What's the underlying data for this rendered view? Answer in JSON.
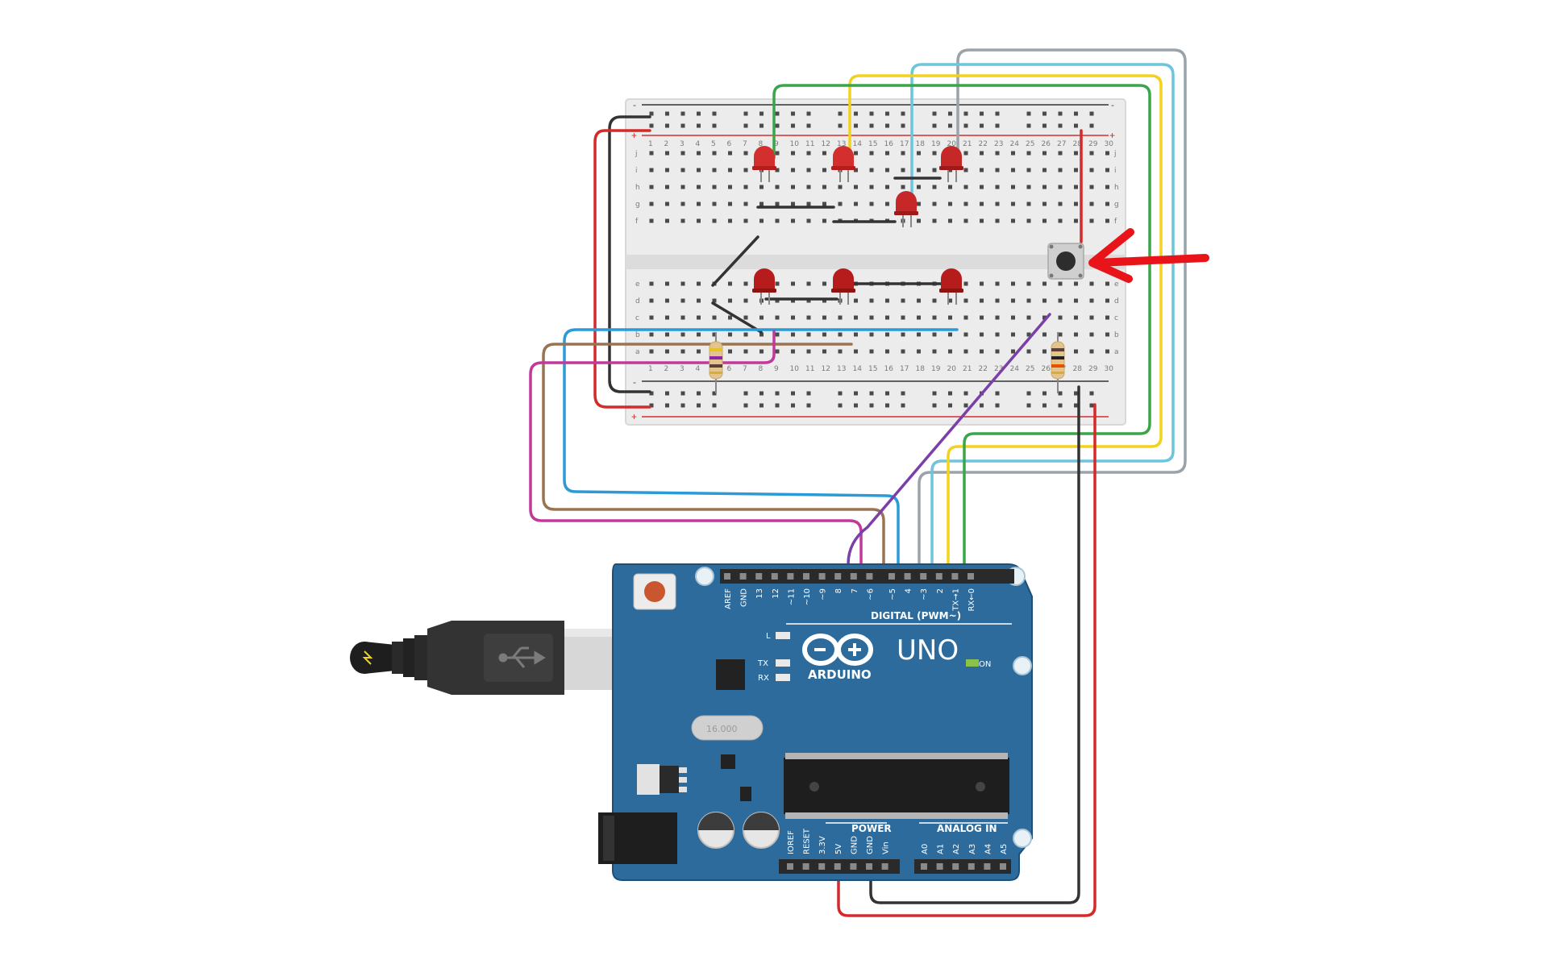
{
  "app": {
    "title": ""
  },
  "breadboard": {
    "row_letters_top": [
      "j",
      "i",
      "h",
      "g",
      "f"
    ],
    "row_letters_bottom": [
      "e",
      "d",
      "c",
      "b",
      "a"
    ],
    "column_numbers": [
      "1",
      "2",
      "3",
      "4",
      "5",
      "6",
      "7",
      "8",
      "9",
      "10",
      "11",
      "12",
      "13",
      "14",
      "15",
      "16",
      "17",
      "18",
      "19",
      "20",
      "21",
      "22",
      "23",
      "24",
      "25",
      "26",
      "27",
      "28",
      "29",
      "30"
    ],
    "rail_minus": "-",
    "rail_plus": "+"
  },
  "arduino": {
    "brand": "ARDUINO",
    "model": "UNO",
    "on_label": "ON",
    "l_label": "L",
    "tx_label": "TX",
    "rx_label": "RX",
    "digital_header_label": "DIGITAL (PWM~)",
    "power_label": "POWER",
    "analog_label": "ANALOG IN",
    "digital_pins": [
      "AREF",
      "GND",
      "13",
      "12",
      "~11",
      "~10",
      "~9",
      "8",
      "7",
      "~6",
      "~5",
      "4",
      "~3",
      "2",
      "TX→1",
      "RX←0"
    ],
    "power_pins": [
      "IOREF",
      "RESET",
      "3.3V",
      "5V",
      "GND",
      "GND",
      "Vin"
    ],
    "analog_pins": [
      "A0",
      "A1",
      "A2",
      "A3",
      "A4",
      "A5"
    ],
    "crystal_label": "16.000"
  },
  "components": {
    "leds": [
      {
        "name": "led-1",
        "color": "#d32f2f"
      },
      {
        "name": "led-2",
        "color": "#d32f2f"
      },
      {
        "name": "led-3",
        "color": "#c62828"
      },
      {
        "name": "led-4",
        "color": "#c62828"
      },
      {
        "name": "led-5",
        "color": "#c62828"
      },
      {
        "name": "led-6",
        "color": "#b71c1c"
      },
      {
        "name": "led-7",
        "color": "#b71c1c"
      }
    ],
    "wire_colors": {
      "green": "#3aa64a",
      "yellow": "#f2d21c",
      "light_blue": "#6cc5dc",
      "gray": "#9aa3aa",
      "blue": "#2a9bd6",
      "brown": "#9a7350",
      "magenta": "#c13a9b",
      "purple": "#7b3fa8",
      "red": "#d42a2a",
      "black": "#333333"
    },
    "arrow_color": "#e8141a",
    "usb_icon": "usb-icon",
    "board_color": "#2d6b9c"
  }
}
